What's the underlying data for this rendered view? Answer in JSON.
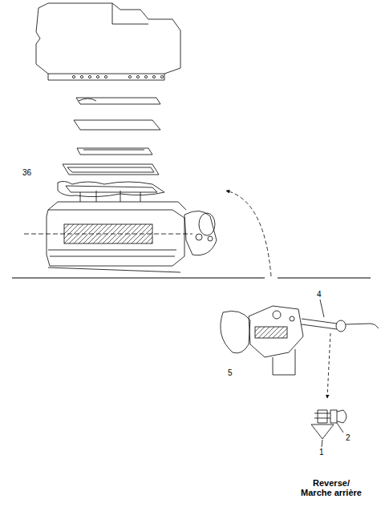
{
  "diagram": {
    "labels": [
      "36",
      "4",
      "5",
      "2",
      "1",
      "Reverse/ Marche arrière"
    ]
  }
}
